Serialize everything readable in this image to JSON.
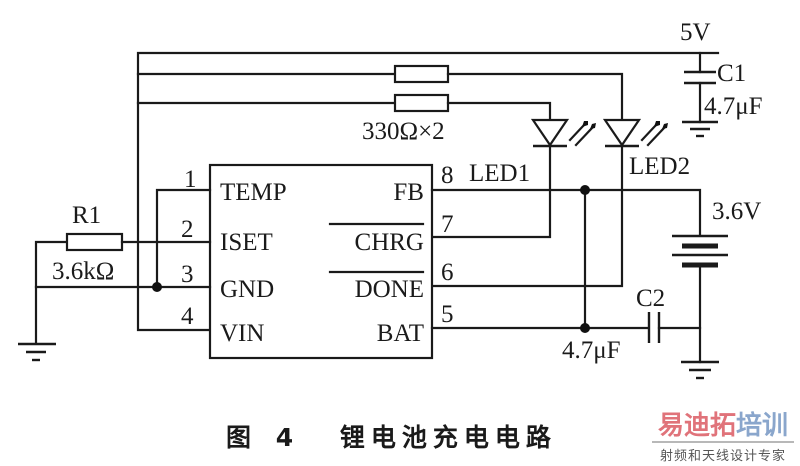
{
  "figure": {
    "caption_prefix": "图",
    "caption_number": "4",
    "caption_title": "锂电池充电电路"
  },
  "ic": {
    "left_pins": [
      {
        "number": "1",
        "name": "TEMP"
      },
      {
        "number": "2",
        "name": "ISET"
      },
      {
        "number": "3",
        "name": "GND"
      },
      {
        "number": "4",
        "name": "VIN"
      }
    ],
    "right_pins": [
      {
        "number": "8",
        "name": "FB",
        "overline": false
      },
      {
        "number": "7",
        "name": "CHRG",
        "overline": true
      },
      {
        "number": "6",
        "name": "DONE",
        "overline": true
      },
      {
        "number": "5",
        "name": "BAT",
        "overline": false
      }
    ]
  },
  "components": {
    "supply": {
      "label": "5V"
    },
    "c1": {
      "name": "C1",
      "value": "4.7μF"
    },
    "led_resistors": {
      "value": "330Ω×2"
    },
    "led1": {
      "name": "LED1"
    },
    "led2": {
      "name": "LED2"
    },
    "r1": {
      "name": "R1",
      "value": "3.6kΩ"
    },
    "battery": {
      "value": "3.6V"
    },
    "c2": {
      "name": "C2",
      "value": "4.7μF"
    }
  },
  "watermark": {
    "brand_red": "易迪拓",
    "brand_blue": "培训",
    "tagline": "射频和天线设计专家"
  }
}
